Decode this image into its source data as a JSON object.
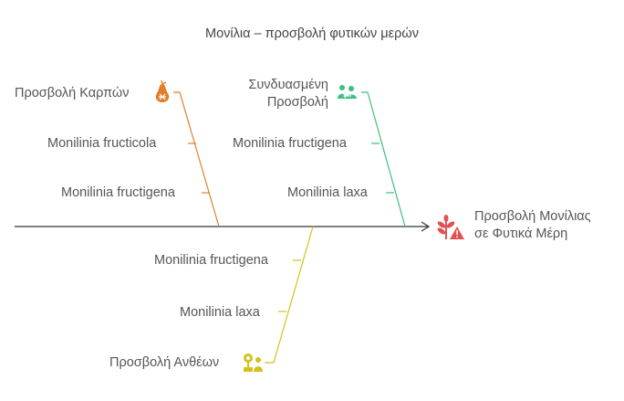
{
  "title": "Μονίλια – προσβολή φυτικών μερών",
  "effect": {
    "line1": "Προσβολή Μονίλιας",
    "line2": "σε Φυτικά Μέρη",
    "color": "#e05252",
    "icon": "wheat-warning-icon"
  },
  "branches": [
    {
      "label": "Προσβολή Καρπών",
      "color": "#e07f2a",
      "icon": "pear-icon",
      "causes": [
        "Monilinia fructicola",
        "Monilinia fructigena"
      ]
    },
    {
      "label_line1": "Συνδυασμένη",
      "label_line2": "Προσβολή",
      "color": "#3dbf7e",
      "icon": "people-icon",
      "causes": [
        "Monilinia fructigena",
        "Monilinia laxa"
      ]
    },
    {
      "label": "Προσβολή Ανθέων",
      "color": "#d4c21a",
      "icon": "flower-person-icon",
      "causes": [
        "Monilinia fructigena",
        "Monilinia laxa"
      ]
    }
  ]
}
